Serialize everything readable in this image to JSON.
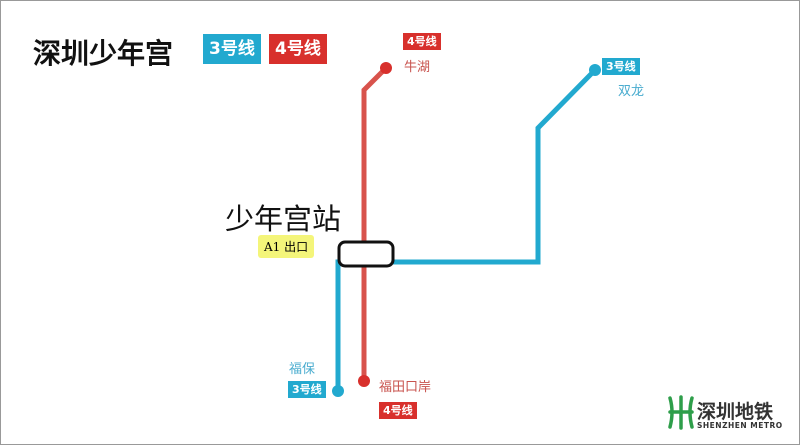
{
  "title": "深圳少年宫",
  "legend": [
    {
      "label": "3号线",
      "color": "#22a9cf"
    },
    {
      "label": "4号线",
      "color": "#d8302c"
    }
  ],
  "station": {
    "name": "少年宫站",
    "exit": "A1 出口"
  },
  "termini": {
    "niuhu": {
      "name": "牛湖",
      "line": "4号线"
    },
    "shuanglong": {
      "name": "双龙",
      "line": "3号线"
    },
    "fubao": {
      "name": "福保",
      "line": "3号线"
    },
    "futian_port": {
      "name": "福田口岸",
      "line": "4号线"
    }
  },
  "logo": {
    "name": "深圳地铁",
    "subtitle": "SHENZHEN METRO",
    "color": "#2e9e4a"
  }
}
